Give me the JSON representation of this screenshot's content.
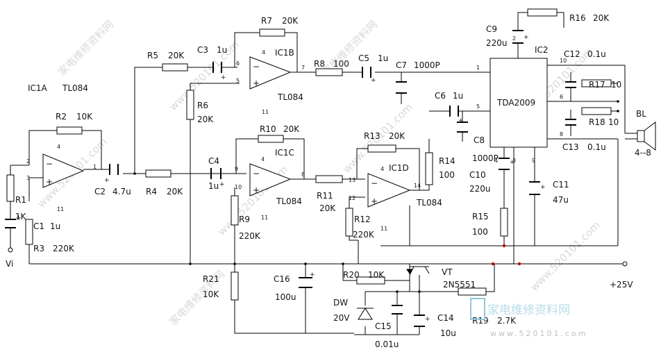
{
  "labels": {
    "ic1a": "IC1A",
    "tl084_a": "TL084",
    "ic1b": "IC1B",
    "tl084_b": "TL084",
    "ic1c": "IC1C",
    "tl084_c": "TL084",
    "ic1d": "IC1D",
    "tl084_d": "TL084",
    "ic2": "IC2",
    "tda2009": "TDA2009",
    "r1": "R1",
    "r1_val": "1K",
    "r2": "R2",
    "r2_val": "10K",
    "r3": "R3",
    "r3_val": "220K",
    "r4": "R4",
    "r4_val": "20K",
    "r5": "R5",
    "r5_val": "20K",
    "r6": "R6",
    "r6_val": "20K",
    "r7": "R7",
    "r7_val": "20K",
    "r8": "R8",
    "r8_val": "100",
    "r9": "R9",
    "r9_val": "220K",
    "r10": "R10",
    "r10_val": "20K",
    "r11": "R11",
    "r11_val": "20K",
    "r12": "R12",
    "r12_val": "220K",
    "r13": "R13",
    "r13_val": "20K",
    "r14": "R14",
    "r14_val": "100",
    "r15": "R15",
    "r15_val": "100",
    "r16": "R16",
    "r16_val": "20K",
    "r17": "R17",
    "r17_val": "10",
    "r18": "R18",
    "r18_val": "10",
    "r19": "R19",
    "r19_val": "2.7K",
    "r20": "R20",
    "r20_val": "10K",
    "r21": "R21",
    "r21_val": "10K",
    "c1": "C1",
    "c1_val": "1u",
    "c2": "C2",
    "c2_val": "4.7u",
    "c3": "C3",
    "c3_val": "1u",
    "c4": "C4",
    "c4_val": "1u",
    "c5": "C5",
    "c5_val": "1u",
    "c6": "C6",
    "c6_val": "1u",
    "c7": "C7",
    "c7_val": "1000P",
    "c8": "C8",
    "c8_val": "1000P",
    "c9": "C9",
    "c9_val": "220u",
    "c10": "C10",
    "c10_val": "220u",
    "c11": "C11",
    "c11_val": "47u",
    "c12": "C12",
    "c12_val": "0.1u",
    "c13": "C13",
    "c13_val": "0.1u",
    "c14": "C14",
    "c14_val": "10u",
    "c15": "C15",
    "c15_val": "0.01u",
    "c16": "C16",
    "c16_val": "100u",
    "vt": "VT",
    "vt_val": "2N5551",
    "dw": "DW",
    "dw_val": "20V",
    "bl": "BL",
    "bl_val": "4--8",
    "vi": "Vi",
    "supply": "+25V"
  },
  "watermark": {
    "brand": "家电维修资料网",
    "url": "www.520101.com",
    "corner_url": "www.520101.com"
  }
}
